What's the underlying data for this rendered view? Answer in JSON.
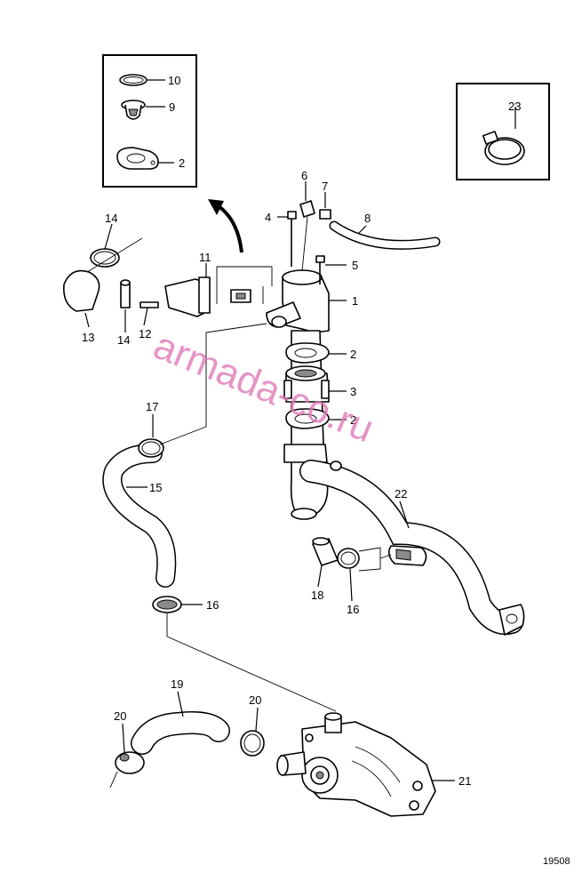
{
  "callouts": [
    {
      "id": "c10",
      "label": "10"
    },
    {
      "id": "c9",
      "label": "9"
    },
    {
      "id": "c2a",
      "label": "2"
    },
    {
      "id": "c23",
      "label": "23"
    },
    {
      "id": "c6",
      "label": "6"
    },
    {
      "id": "c7",
      "label": "7"
    },
    {
      "id": "c4",
      "label": "4"
    },
    {
      "id": "c8",
      "label": "8"
    },
    {
      "id": "c14a",
      "label": "14"
    },
    {
      "id": "c11",
      "label": "11"
    },
    {
      "id": "c5",
      "label": "5"
    },
    {
      "id": "c1",
      "label": "1"
    },
    {
      "id": "c13",
      "label": "13"
    },
    {
      "id": "c14b",
      "label": "14"
    },
    {
      "id": "c12",
      "label": "12"
    },
    {
      "id": "c2b",
      "label": "2"
    },
    {
      "id": "c3",
      "label": "3"
    },
    {
      "id": "c2c",
      "label": "2"
    },
    {
      "id": "c17",
      "label": "17"
    },
    {
      "id": "c15",
      "label": "15"
    },
    {
      "id": "c22",
      "label": "22"
    },
    {
      "id": "c18",
      "label": "18"
    },
    {
      "id": "c16a",
      "label": "16"
    },
    {
      "id": "c16b",
      "label": "16"
    },
    {
      "id": "c19",
      "label": "19"
    },
    {
      "id": "c20a",
      "label": "20"
    },
    {
      "id": "c20b",
      "label": "20"
    },
    {
      "id": "c21",
      "label": "21"
    }
  ],
  "watermark": "armada-co.ru",
  "figure_number": "19508"
}
